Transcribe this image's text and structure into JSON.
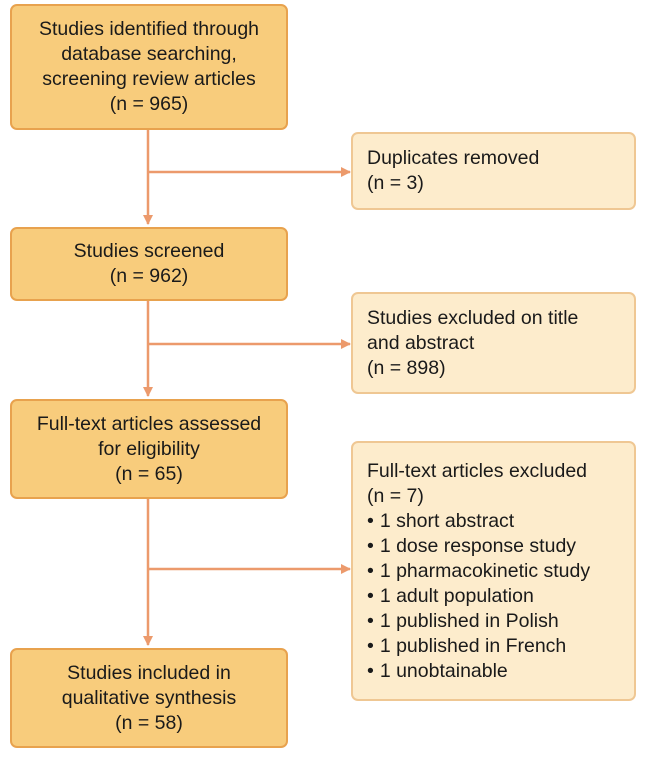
{
  "flow": {
    "identified": {
      "lines": [
        "Studies identified through",
        "database searching,",
        "screening review articles",
        "(n = 965)"
      ]
    },
    "duplicates": {
      "lines": [
        "Duplicates removed",
        "(n = 3)"
      ]
    },
    "screened": {
      "lines": [
        "Studies screened",
        "(n = 962)"
      ]
    },
    "excluded_title": {
      "lines": [
        "Studies excluded on title",
        "and abstract",
        "(n = 898)"
      ]
    },
    "fulltext": {
      "lines": [
        "Full-text articles assessed",
        "for eligibility",
        "(n = 65)"
      ]
    },
    "fulltext_excluded": {
      "lines": [
        "Full-text articles excluded",
        "(n = 7)"
      ],
      "reasons": [
        "1 short abstract",
        "1 dose response study",
        "1 pharmacokinetic study",
        "1 adult population",
        "1 published in Polish",
        "1 published in French",
        "1 unobtainable"
      ]
    },
    "included": {
      "lines": [
        "Studies included in",
        "qualitative synthesis",
        "(n = 58)"
      ]
    }
  },
  "colors": {
    "main_fill": "#f8cc7c",
    "main_border": "#e8a24e",
    "side_fill": "#fdeccc",
    "side_border": "#efc793",
    "arrow": "#ec9a6c"
  }
}
